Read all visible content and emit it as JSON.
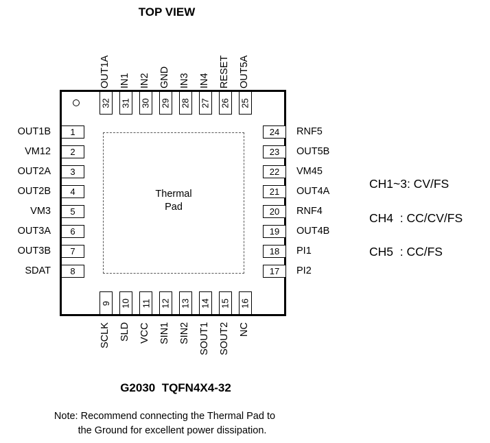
{
  "title": "TOP VIEW",
  "pad_label_line1": "Thermal",
  "pad_label_line2": "Pad",
  "left_pins": [
    {
      "num": "1",
      "name": "OUT1B"
    },
    {
      "num": "2",
      "name": "VM12"
    },
    {
      "num": "3",
      "name": "OUT2A"
    },
    {
      "num": "4",
      "name": "OUT2B"
    },
    {
      "num": "5",
      "name": "VM3"
    },
    {
      "num": "6",
      "name": "OUT3A"
    },
    {
      "num": "7",
      "name": "OUT3B"
    },
    {
      "num": "8",
      "name": "SDAT"
    }
  ],
  "bottom_pins": [
    {
      "num": "9",
      "name": "SCLK"
    },
    {
      "num": "10",
      "name": "SLD"
    },
    {
      "num": "11",
      "name": "VCC"
    },
    {
      "num": "12",
      "name": "SIN1"
    },
    {
      "num": "13",
      "name": "SIN2"
    },
    {
      "num": "14",
      "name": "SOUT1"
    },
    {
      "num": "15",
      "name": "SOUT2"
    },
    {
      "num": "16",
      "name": "NC"
    }
  ],
  "right_pins": [
    {
      "num": "24",
      "name": "RNF5"
    },
    {
      "num": "23",
      "name": "OUT5B"
    },
    {
      "num": "22",
      "name": "VM45"
    },
    {
      "num": "21",
      "name": "OUT4A"
    },
    {
      "num": "20",
      "name": "RNF4"
    },
    {
      "num": "19",
      "name": "OUT4B"
    },
    {
      "num": "18",
      "name": "PI1"
    },
    {
      "num": "17",
      "name": "PI2"
    }
  ],
  "top_pins": [
    {
      "num": "32",
      "name": "OUT1A"
    },
    {
      "num": "31",
      "name": "IN1"
    },
    {
      "num": "30",
      "name": "IN2"
    },
    {
      "num": "29",
      "name": "GND"
    },
    {
      "num": "28",
      "name": "IN3"
    },
    {
      "num": "27",
      "name": "IN4"
    },
    {
      "num": "26",
      "name": "RESET"
    },
    {
      "num": "25",
      "name": "OUT5A"
    }
  ],
  "legend": [
    "CH1~3: CV/FS",
    "CH4  : CC/CV/FS",
    "CH5  : CC/FS"
  ],
  "package_name": "G2030  TQFN4X4-32",
  "note_line1": "Note: Recommend connecting the Thermal Pad to",
  "note_line2": "the Ground for excellent power dissipation."
}
